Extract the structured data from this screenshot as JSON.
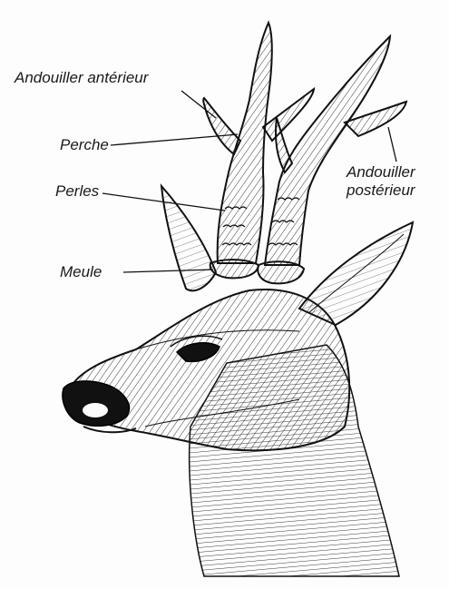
{
  "labels": {
    "andouiller_anterieur": "Andouiller antérieur",
    "perche": "Perche",
    "perles": "Perles",
    "meule": "Meule",
    "andouiller_posterieur_line1": "Andouiller",
    "andouiller_posterieur_line2": "postérieur"
  },
  "colors": {
    "ink": "#1a1a1a",
    "paper": "#fdfdfd"
  }
}
